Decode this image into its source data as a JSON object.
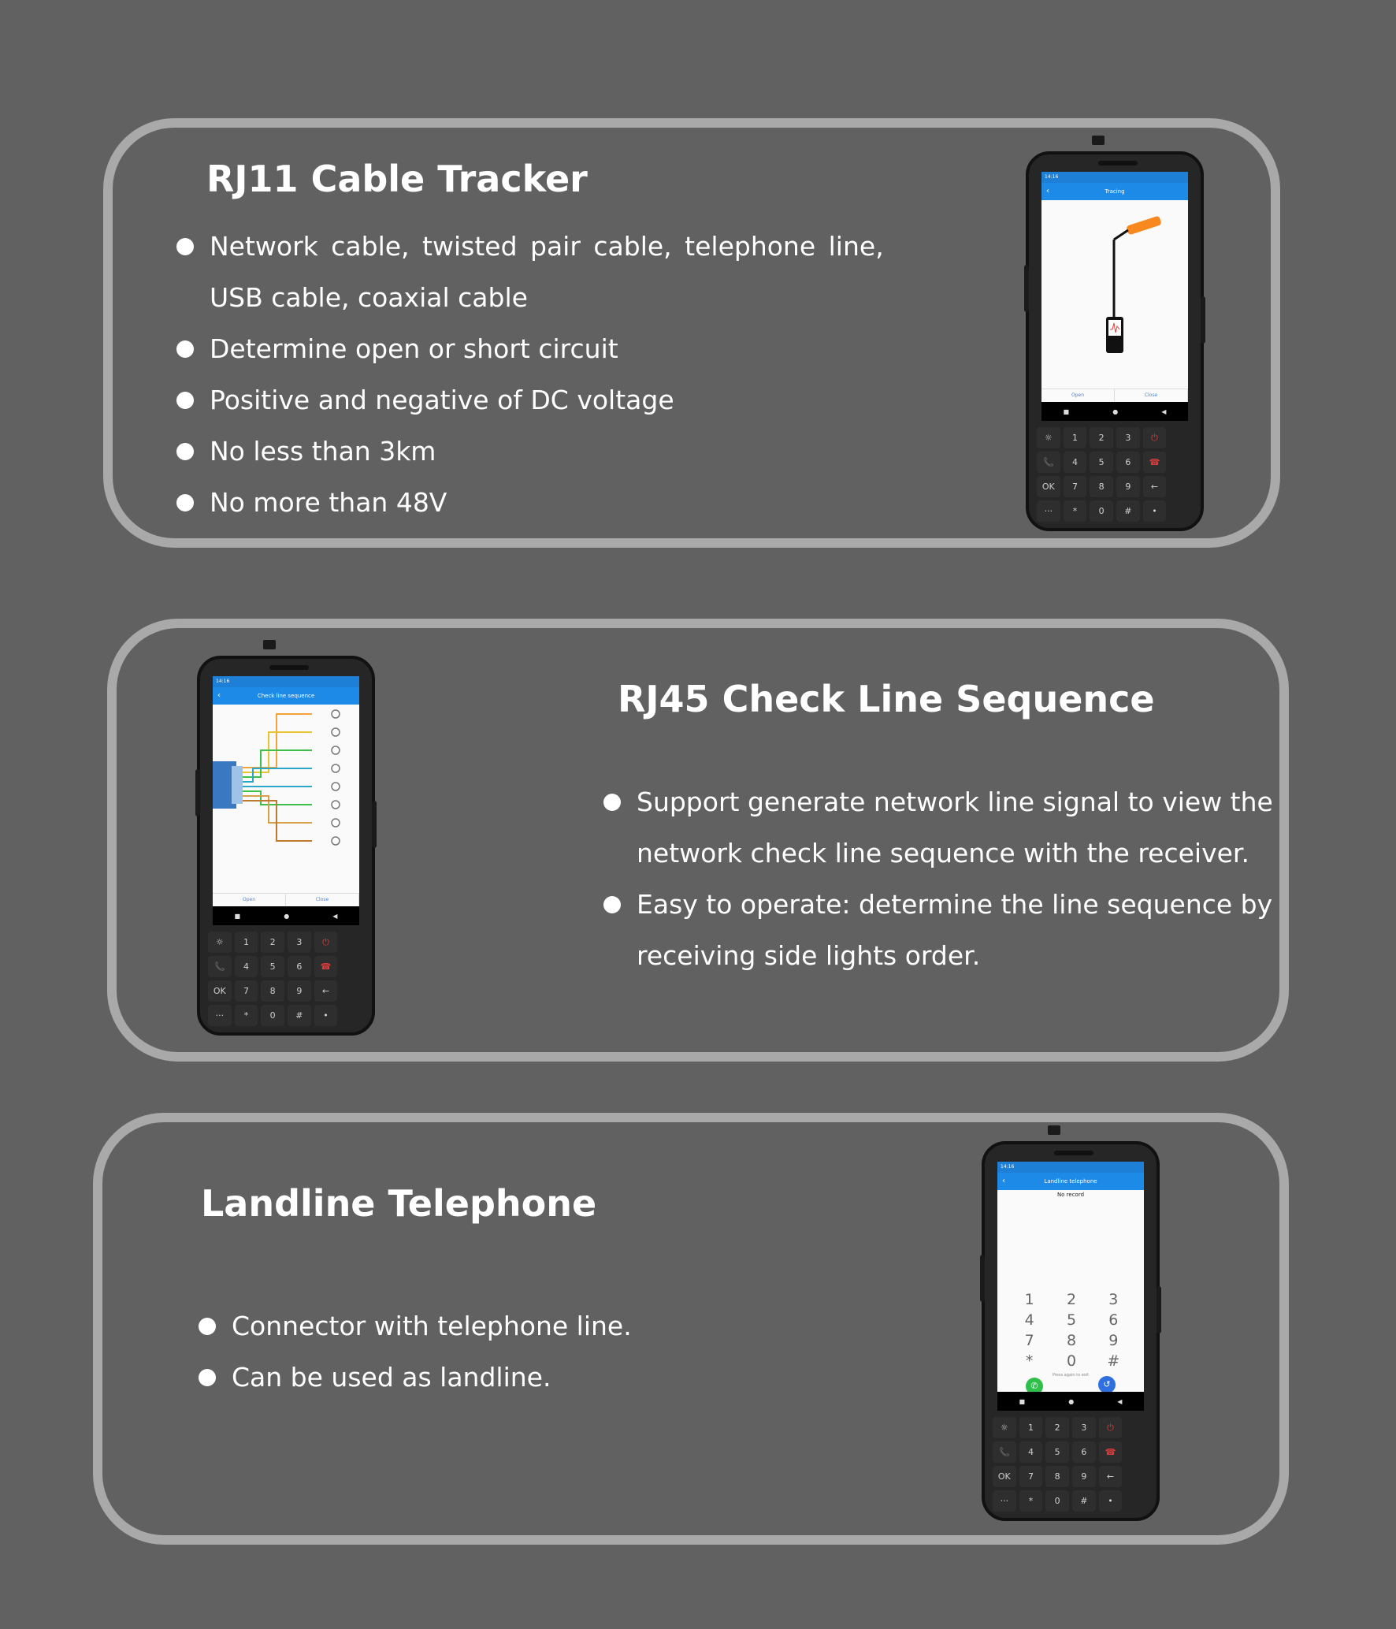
{
  "card1": {
    "title": "RJ11 Cable Tracker",
    "bullets": [
      {
        "line1": "Network cable, twisted pair cable, telephone line,",
        "line2": "USB cable, coaxial cable"
      },
      {
        "line1": "Determine open or short circuit"
      },
      {
        "line1": "Positive and negative of DC voltage"
      },
      {
        "line1": "No less than 3km"
      },
      {
        "line1": "No more than 48V"
      }
    ],
    "screen": {
      "status_time": "14:16",
      "appbar_title": "Tracing",
      "btn_open": "Open",
      "btn_close": "Close"
    }
  },
  "card2": {
    "title": "RJ45 Check Line Sequence",
    "bullets": [
      {
        "line1": "Support generate network line signal to view the",
        "line2": "network check line sequence with the receiver."
      },
      {
        "line1": "Easy to operate: determine the line sequence by",
        "line2": "receiving side lights order."
      }
    ],
    "screen": {
      "status_time": "14:16",
      "appbar_title": "Check line sequence",
      "btn_open": "Open",
      "btn_close": "Close"
    }
  },
  "card3": {
    "title": "Landline Telephone",
    "bullets": [
      {
        "line1": "Connector with telephone line."
      },
      {
        "line1": "Can be used as landline."
      }
    ],
    "screen": {
      "status_time": "14:16",
      "appbar_title": "Landline telephone",
      "no_record": "No record",
      "hint": "Press again to exit",
      "dial_keys": [
        "1",
        "2",
        "3",
        "4",
        "5",
        "6",
        "7",
        "8",
        "9",
        "*",
        "0",
        "#"
      ]
    }
  },
  "keypad": [
    "☼",
    "1",
    "2",
    "3",
    "⏻",
    "",
    "📞",
    "4",
    "5",
    "6",
    "☎",
    "",
    "OK",
    "7",
    "8",
    "9",
    "←",
    "",
    "···",
    "*",
    "0",
    "#",
    "•",
    ""
  ],
  "wire_colors": [
    "#f2a33a",
    "#e8c530",
    "#3cc04a",
    "#2aa7c9",
    "#2aa7c9",
    "#3cc04a",
    "#d9a04a",
    "#c07a30"
  ]
}
